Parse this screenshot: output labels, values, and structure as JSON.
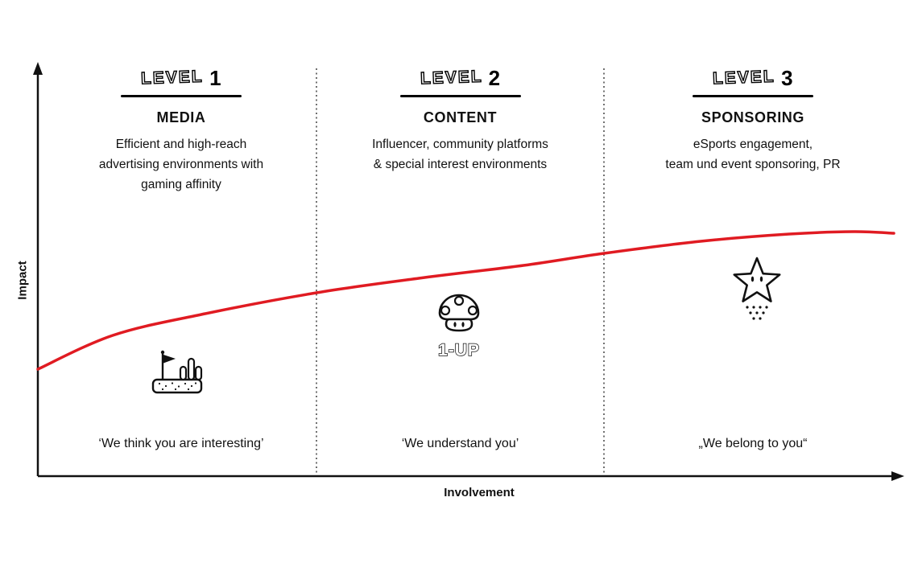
{
  "axes": {
    "y_label": "Impact",
    "x_label": "Involvement"
  },
  "curve": {
    "color": "#e01b22",
    "points": [
      [
        47,
        459
      ],
      [
        140,
        417
      ],
      [
        250,
        391
      ],
      [
        393,
        364
      ],
      [
        520,
        346
      ],
      [
        650,
        330
      ],
      [
        750,
        315
      ],
      [
        870,
        300
      ],
      [
        980,
        291
      ],
      [
        1060,
        288
      ],
      [
        1110,
        290
      ]
    ]
  },
  "levels": [
    {
      "header_word": "Level",
      "header_num": "1",
      "category": "MEDIA",
      "description": "Efficient and high-reach\nadvertising environments with\ngaming affinity",
      "quote": "‘We think you are interesting’",
      "icon": "goal-flag-icon"
    },
    {
      "header_word": "Level",
      "header_num": "2",
      "category": "CONTENT",
      "description": "Influencer,  community platforms\n& special interest environments",
      "quote": "‘We understand you’",
      "icon": "one-up-mushroom-icon",
      "icon_label": "1-UP"
    },
    {
      "header_word": "Level",
      "header_num": "3",
      "category": "SPONSORING",
      "description": "eSports engagement,\nteam und event sponsoring, PR",
      "quote": "„We belong to you“",
      "icon": "power-star-icon"
    }
  ]
}
